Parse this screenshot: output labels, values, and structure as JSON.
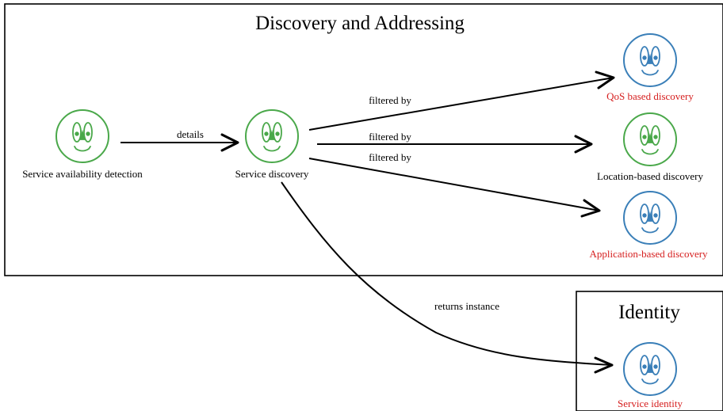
{
  "groups": {
    "discovery_title": "Discovery and Addressing",
    "identity_title": "Identity"
  },
  "nodes": {
    "availability": {
      "label": "Service availability detection",
      "face_color": "#4aa84a",
      "label_color": "#000000"
    },
    "discovery": {
      "label": "Service discovery",
      "face_color": "#4aa84a",
      "label_color": "#000000"
    },
    "qos": {
      "label": "QoS based discovery",
      "face_color": "#3a7fb8",
      "label_color": "#d62020"
    },
    "location": {
      "label": "Location-based discovery",
      "face_color": "#4aa84a",
      "label_color": "#000000"
    },
    "application": {
      "label": "Application-based discovery",
      "face_color": "#3a7fb8",
      "label_color": "#d62020"
    },
    "identity": {
      "label": "Service identity",
      "face_color": "#3a7fb8",
      "label_color": "#d62020"
    }
  },
  "edges": {
    "details": "details",
    "filtered_qos": "filtered by",
    "filtered_location": "filtered by",
    "filtered_application": "filtered by",
    "returns": "returns instance"
  }
}
